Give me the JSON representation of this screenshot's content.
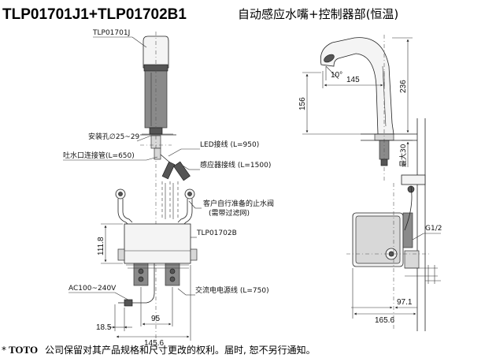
{
  "header": {
    "model": "TLP01701J1+TLP01702B1",
    "subtitle": "自动感应水嘴+控制器部(恒温)"
  },
  "labels": {
    "faucet_model": "TLP01701J",
    "mount_hole": "安装孔∅25~29",
    "led_wire": "LED接线 (L=950)",
    "outlet_pipe": "吐水口连接管(L=650)",
    "sensor_wire": "感应器接线 (L=1500)",
    "stop_valve": "客户自行准备的止水阀",
    "stop_valve_note": "(需带过滤网)",
    "controller_model": "TLP01702B",
    "power_cord": "交流电电源线 (L=750)",
    "voltage": "AC100~240V",
    "thread": "G1/2",
    "angle": "10°",
    "max30": "最大30"
  },
  "dimensions": {
    "d111_8": "111.8",
    "d18_5": "18.5",
    "d95": "95",
    "d145_6": "145.6",
    "d145": "145",
    "d236": "236",
    "d156": "156",
    "d97_1": "97.1",
    "d165_6": "165.6"
  },
  "footer": {
    "mark": "*",
    "brand": "TOTO",
    "notice": "公司保留对其产品规格和尺寸更改的权利。届时, 恕不另行通知。"
  }
}
